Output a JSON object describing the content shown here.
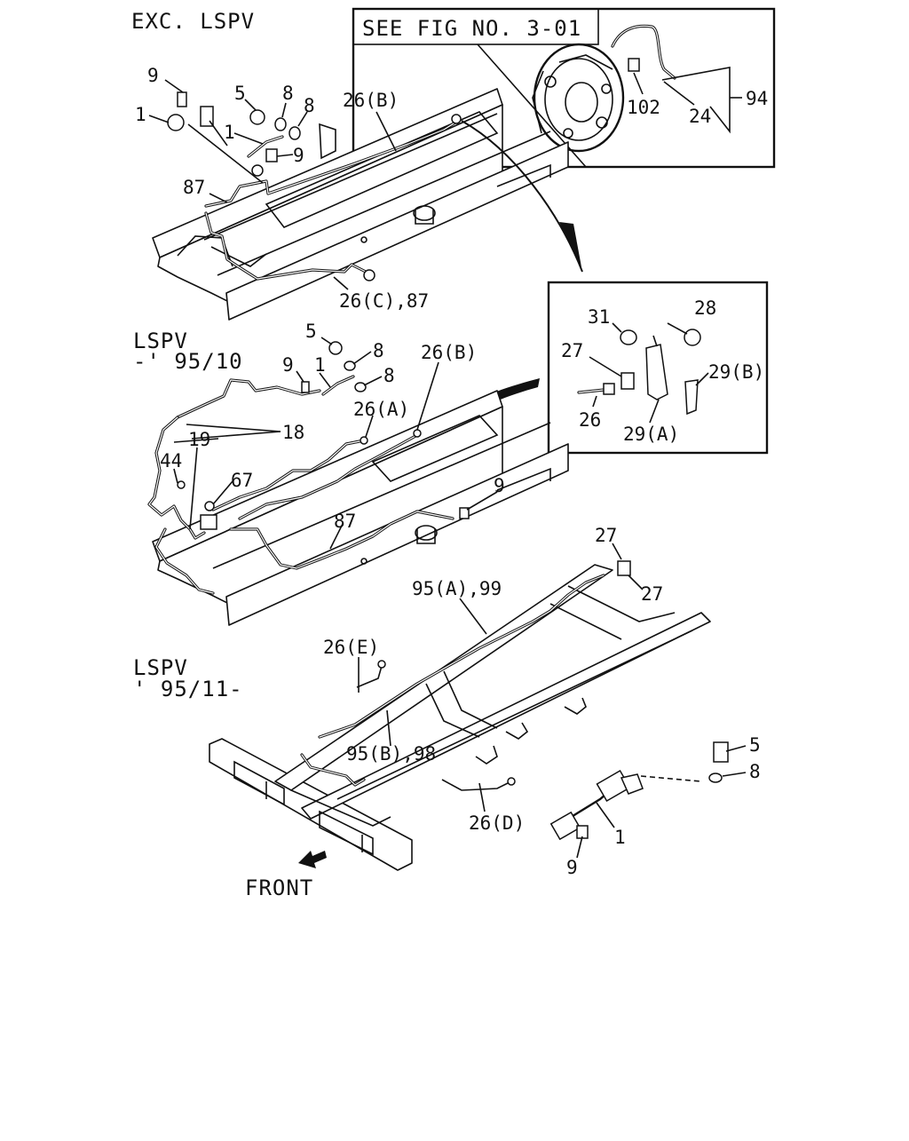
{
  "sections": {
    "exc_lspv": "EXC. LSPV",
    "lspv_upto": [
      "LSPV",
      "-' 95/10"
    ],
    "lspv_from": [
      "LSPV",
      "' 95/11-"
    ]
  },
  "reference_box": {
    "text": "SEE FIG NO. 3-01"
  },
  "front_label": "FRONT",
  "callouts": {
    "top": [
      "9",
      "1",
      "5",
      "8",
      "8",
      "1",
      "9",
      "87",
      "26(B)",
      "26(C),87"
    ],
    "see_fig": [
      "102",
      "24",
      "94"
    ],
    "detail": [
      "31",
      "28",
      "27",
      "29(B)",
      "26",
      "29(A)"
    ],
    "middle": [
      "5",
      "8",
      "8",
      "9",
      "1",
      "26(B)",
      "26(A)",
      "18",
      "19",
      "44",
      "67",
      "9",
      "87",
      "27",
      "27"
    ],
    "bottom": [
      "95(A),99",
      "26(E)",
      "95(B),98",
      "26(D)",
      "5",
      "8",
      "1",
      "9"
    ]
  }
}
